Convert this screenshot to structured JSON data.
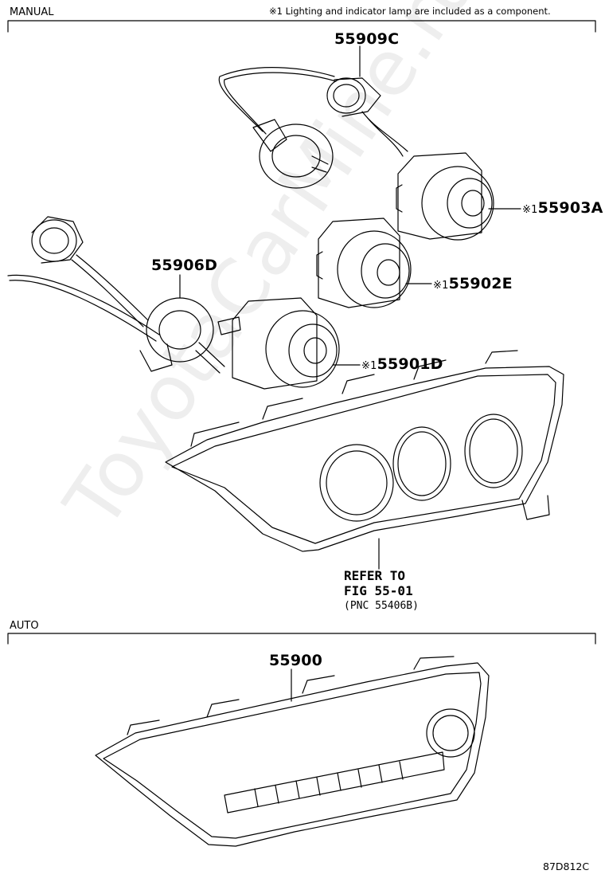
{
  "sections": {
    "manual": "MANUAL",
    "auto": "AUTO"
  },
  "note": "※1 Lighting and indicator lamp are included as a component.",
  "parts": {
    "p55909c": "55909C",
    "p55903a": "55903A",
    "p55902e": "55902E",
    "p55906d": "55906D",
    "p55901d": "55901D",
    "p55900": "55900",
    "mark": "※1"
  },
  "refer": {
    "line1": "REFER TO",
    "line2": "FIG 55-01",
    "line3": "(PNC 55406B)"
  },
  "diagram_code": "87D812C",
  "watermark": "ToyotaCarMine.ru"
}
